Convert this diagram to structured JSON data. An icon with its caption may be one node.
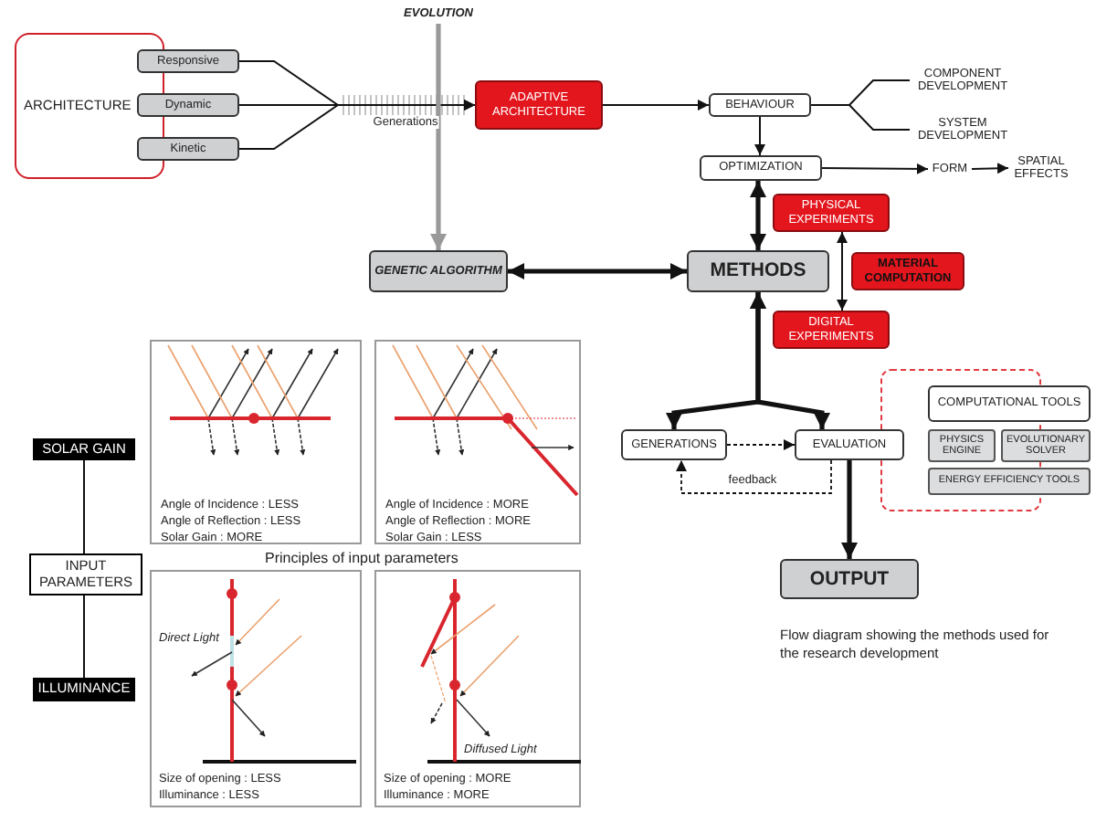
{
  "diagram": {
    "caption": "Flow diagram showing the methods used for the research development",
    "nodes": [
      {
        "text": [
          "ARCHITECTURE"
        ]
      },
      {
        "text": [
          "Responsive"
        ]
      },
      {
        "text": [
          "Dynamic"
        ]
      },
      {
        "text": [
          "Kinetic"
        ]
      },
      {
        "text": [
          "EVOLUTION"
        ]
      },
      {
        "text": [
          "ADAPTIVE ARCHITECTURE"
        ]
      },
      {
        "text": [
          "BEHAVIOUR"
        ]
      },
      {
        "text": [
          "COMPONENT DEVELOPMENT"
        ]
      },
      {
        "text": [
          "SYSTEM DEVELOPMENT"
        ]
      },
      {
        "text": [
          "OPTIMIZATION"
        ]
      },
      {
        "text": [
          "FORM"
        ]
      },
      {
        "text": [
          "SPATIAL EFFECTS"
        ]
      },
      {
        "text": [
          "GENETIC ALGORITHM"
        ]
      },
      {
        "text": [
          "METHODS"
        ]
      },
      {
        "text": [
          "PHYSICAL EXPERIMENTS"
        ]
      },
      {
        "text": [
          "MATERIAL COMPUTATION"
        ]
      },
      {
        "text": [
          "DIGITAL EXPERIMENTS"
        ]
      },
      {
        "text": [
          "GENERATIONS"
        ]
      },
      {
        "text": [
          "EVALUATION"
        ]
      },
      {
        "text": [
          "COMPUTATIONAL TOOLS"
        ]
      },
      {
        "text": [
          "PHYSICS ENGINE"
        ]
      },
      {
        "text": [
          "EVOLUTIONARY SOLVER"
        ]
      },
      {
        "text": [
          "ENERGY EFFICIENCY TOOLS"
        ]
      },
      {
        "text": [
          "OUTPUT"
        ]
      },
      {
        "text": [
          "SOLAR GAIN"
        ]
      },
      {
        "text": [
          "INPUT PARAMETERS"
        ]
      },
      {
        "text": [
          "ILLUMINANCE"
        ]
      },
      {
        "text": [
          "Angle of Incidence : LESS",
          "Angle of Reflection : LESS",
          "Solar Gain : MORE"
        ]
      },
      {
        "text": [
          "Angle of Incidence : MORE",
          "Angle of Reflection : MORE",
          "Solar Gain : LESS"
        ]
      },
      {
        "text": [
          "Direct Light",
          "Size of opening : LESS",
          "Illuminance : LESS"
        ]
      },
      {
        "text": [
          "Diffused Light",
          "Size of opening : MORE",
          "Illuminance : MORE"
        ]
      }
    ],
    "edges": [
      {
        "from": 1,
        "to": 5,
        "arrow": "to"
      },
      {
        "from": 2,
        "to": 5,
        "arrow": "to",
        "label": "Generations"
      },
      {
        "from": 3,
        "to": 5,
        "arrow": "to"
      },
      {
        "from": 4,
        "to": 12,
        "arrow": "to",
        "style": "thick",
        "color": "#999999"
      },
      {
        "from": 5,
        "to": 6,
        "arrow": "to"
      },
      {
        "from": 6,
        "to": 7,
        "arrow": "none"
      },
      {
        "from": 6,
        "to": 8,
        "arrow": "none"
      },
      {
        "from": 6,
        "to": 9,
        "arrow": "to"
      },
      {
        "from": 9,
        "to": 10,
        "arrow": "to"
      },
      {
        "from": 10,
        "to": 11,
        "arrow": "to"
      },
      {
        "from": 9,
        "to": 13,
        "arrow": "both",
        "style": "thick"
      },
      {
        "from": 13,
        "to": 12,
        "arrow": "both",
        "style": "thick"
      },
      {
        "from": 14,
        "to": 16,
        "arrow": "both"
      },
      {
        "from": 13,
        "to": 17,
        "arrow": "both",
        "style": "thick"
      },
      {
        "from": 13,
        "to": 18,
        "arrow": "both",
        "style": "thick"
      },
      {
        "from": 17,
        "to": 18,
        "arrow": "to",
        "style": "dashed"
      },
      {
        "from": 18,
        "to": 17,
        "arrow": "to",
        "style": "dashed",
        "label": "feedback"
      },
      {
        "from": 18,
        "to": 23,
        "arrow": "to",
        "style": "thick"
      },
      {
        "from": 24,
        "to": 25,
        "arrow": "none"
      },
      {
        "from": 25,
        "to": 26,
        "arrow": "none"
      }
    ],
    "labels": [
      "Principles of input parameters"
    ]
  }
}
